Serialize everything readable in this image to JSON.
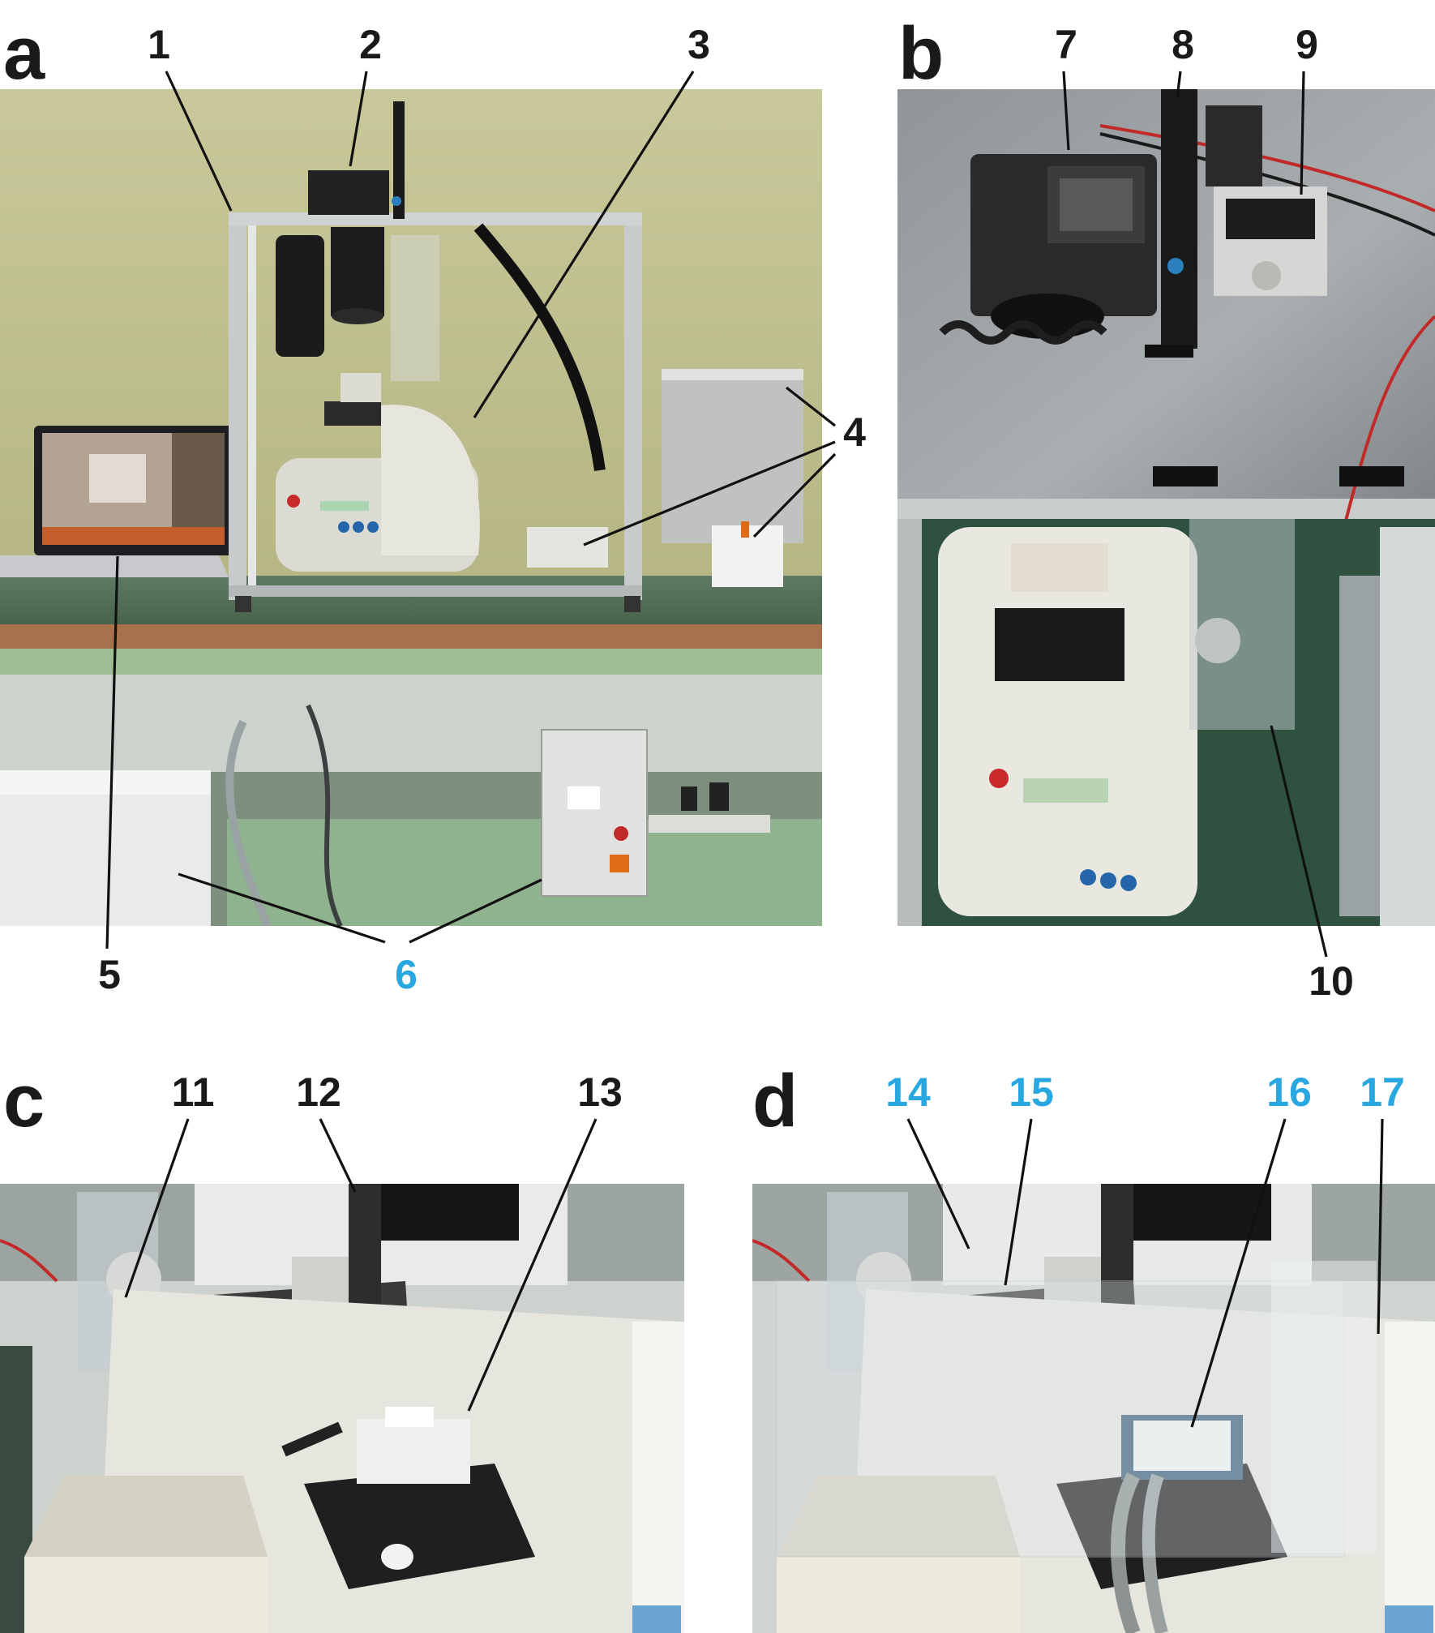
{
  "panels": {
    "a": {
      "letter": "a",
      "callouts": [
        {
          "label": "1",
          "color": "#1a1a1a"
        },
        {
          "label": "2",
          "color": "#1a1a1a"
        },
        {
          "label": "3",
          "color": "#1a1a1a"
        },
        {
          "label": "4",
          "color": "#1a1a1a"
        },
        {
          "label": "5",
          "color": "#1a1a1a"
        },
        {
          "label": "6",
          "color": "#29a7e1"
        }
      ]
    },
    "b": {
      "letter": "b",
      "callouts": [
        {
          "label": "7",
          "color": "#1a1a1a"
        },
        {
          "label": "8",
          "color": "#1a1a1a"
        },
        {
          "label": "9",
          "color": "#1a1a1a"
        },
        {
          "label": "10",
          "color": "#1a1a1a"
        }
      ]
    },
    "c": {
      "letter": "c",
      "callouts": [
        {
          "label": "11",
          "color": "#1a1a1a"
        },
        {
          "label": "12",
          "color": "#1a1a1a"
        },
        {
          "label": "13",
          "color": "#1a1a1a"
        }
      ]
    },
    "d": {
      "letter": "d",
      "callouts": [
        {
          "label": "14",
          "color": "#29a7e1"
        },
        {
          "label": "15",
          "color": "#29a7e1"
        },
        {
          "label": "16",
          "color": "#29a7e1"
        },
        {
          "label": "17",
          "color": "#29a7e1"
        }
      ]
    }
  }
}
